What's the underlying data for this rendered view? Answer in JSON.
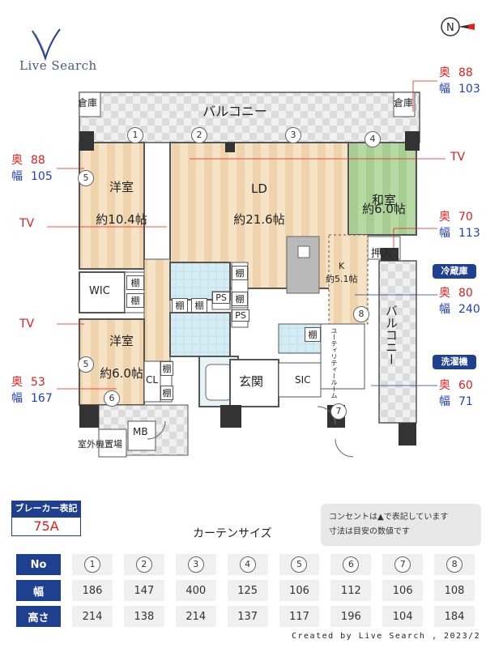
{
  "logo": {
    "text": "Live Search"
  },
  "compass_icon": "compass-icon",
  "dims_left": [
    {
      "oku_label": "奥",
      "oku": "88",
      "haba_label": "幅",
      "haba": "105"
    },
    {
      "oku_label": "奥",
      "oku": "53",
      "haba_label": "幅",
      "haba": "167"
    }
  ],
  "dims_right": [
    {
      "oku_label": "奥",
      "oku": "88",
      "haba_label": "幅",
      "haba": "103"
    },
    {
      "oku_label": "奥",
      "oku": "70",
      "haba_label": "幅",
      "haba": "113"
    },
    {
      "title": "冷蔵庫",
      "oku_label": "奥",
      "oku": "80",
      "haba_label": "幅",
      "haba": "240"
    },
    {
      "title": "洗濯機",
      "oku_label": "奥",
      "oku": "60",
      "haba_label": "幅",
      "haba": "71"
    }
  ],
  "tv_labels": [
    "TV",
    "TV",
    "TV"
  ],
  "rooms": {
    "balcony_top": "バルコニー",
    "storage_left": "倉庫",
    "storage_right": "倉庫",
    "western1": "洋室",
    "western1_size": "約10.4帖",
    "ld": "LD",
    "ld_size": "約21.6帖",
    "japanese": "和室",
    "japanese_size": "約6.0帖",
    "oshiire": "押入",
    "kitchen": "K",
    "kitchen_size": "約5.1帖",
    "balcony_right": "バルコニー",
    "wic": "WIC",
    "shelf": "棚",
    "ps": "PS",
    "western2": "洋室",
    "western2_size": "約6.0帖",
    "cl": "CL",
    "entrance": "玄関",
    "sic": "SIC",
    "utility": "ユーティリティールーム",
    "mb": "MB",
    "outdoor_unit": "室外機置場"
  },
  "window_markers": [
    "1",
    "2",
    "3",
    "4",
    "5",
    "5",
    "6",
    "7",
    "8"
  ],
  "breaker": {
    "label": "ブレーカー表記",
    "value": "75A"
  },
  "curtain_title": "カーテンサイズ",
  "notes": [
    "コンセントは▲で表記しています",
    "寸法は目安の数値です"
  ],
  "table": {
    "row_headers": [
      "No",
      "幅",
      "高さ"
    ],
    "numbers": [
      "1",
      "2",
      "3",
      "4",
      "5",
      "6",
      "7",
      "8"
    ],
    "widths": [
      "186",
      "147",
      "400",
      "125",
      "106",
      "112",
      "106",
      "108"
    ],
    "heights": [
      "214",
      "138",
      "214",
      "137",
      "117",
      "196",
      "104",
      "184"
    ]
  },
  "footer": "Created by Live Search , 2023/2"
}
